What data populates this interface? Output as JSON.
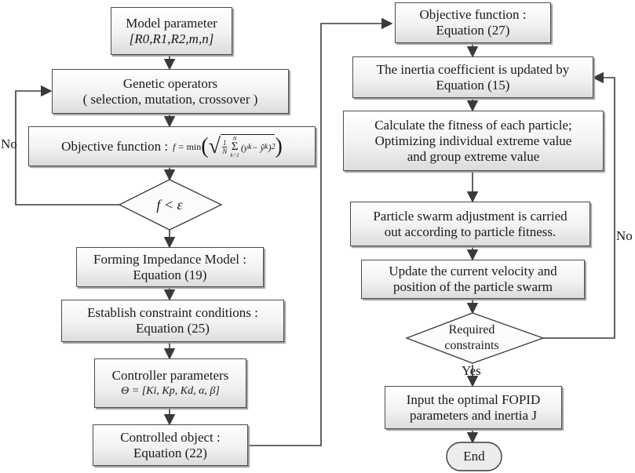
{
  "left_column": {
    "model_parameter": {
      "line1": "Model parameter",
      "line2": "[R0,R1,R2,m,n]"
    },
    "genetic_operators": {
      "line1": "Genetic operators",
      "line2": "( selection, mutation, crossover )"
    },
    "objective_function": {
      "label": "Objective function :",
      "formula": "f = min( sqrt( (1/N) Σ_{k=1}^{N} (y_k − ŷ_k)^2 ) )"
    },
    "decision": {
      "text": "f < ε",
      "no_label": "No"
    },
    "impedance_model": {
      "line1": "Forming Impedance Model :",
      "line2": "Equation (19)"
    },
    "constraint_conditions": {
      "line1": "Establish constraint conditions :",
      "line2": "Equation (25)"
    },
    "controller_parameters": {
      "line1": "Controller parameters",
      "line2": "Θ = [Ki, Kp, Kd, α, β]"
    },
    "controlled_object": {
      "line1": "Controlled object :",
      "line2": "Equation (22)"
    }
  },
  "right_column": {
    "objective_function": {
      "line1": "Objective function :",
      "line2": "Equation (27)"
    },
    "inertia_update": {
      "line1": "The inertia coefficient is updated by",
      "line2": "Equation (15)"
    },
    "fitness": {
      "line1": "Calculate the fitness of each particle;",
      "line2": "Optimizing individual extreme value",
      "line3": "and group extreme value"
    },
    "swarm_adjustment": {
      "line1": "Particle swarm adjustment is carried",
      "line2": "out according to particle fitness."
    },
    "update_velocity": {
      "line1": "Update the current velocity and",
      "line2": "position of the particle swarm"
    },
    "decision": {
      "line1": "Required",
      "line2": "constraints",
      "no_label": "No",
      "yes_label": "Yes"
    },
    "output": {
      "line1": "Input the optimal FOPID",
      "line2": "parameters and inertia J"
    },
    "end": {
      "label": "End"
    }
  },
  "colors": {
    "stroke": "#3a3a3a",
    "box_fill_top": "#ffffff",
    "box_fill_bottom": "#dcdcdc"
  }
}
